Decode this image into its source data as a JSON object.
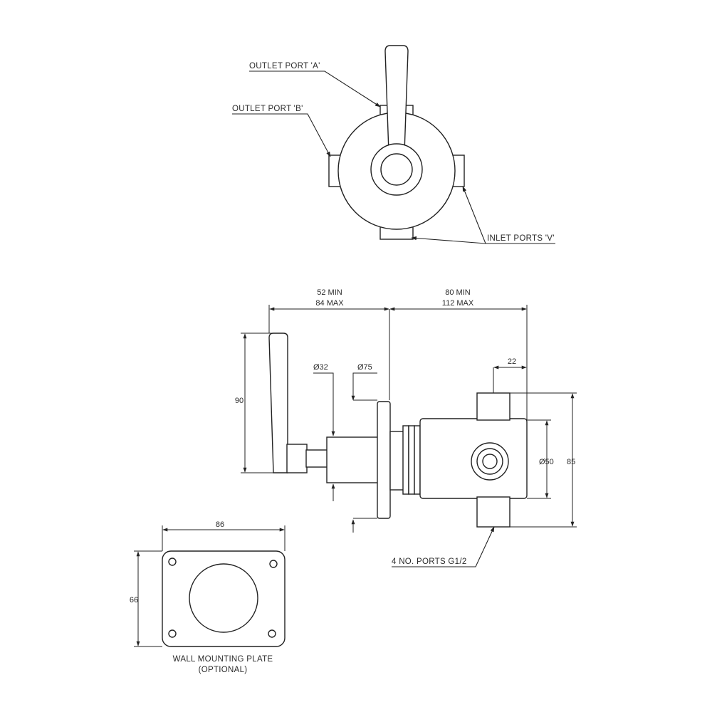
{
  "top_view": {
    "labels": {
      "outlet_port_a": "OUTLET PORT 'A'",
      "outlet_port_b": "OUTLET PORT 'B'",
      "inlet_ports_v": "INLET PORTS 'V'"
    }
  },
  "side_view": {
    "dimensions": {
      "handle_projection_min": "52 MIN",
      "handle_projection_max": "84 MAX",
      "body_depth_min": "80 MIN",
      "body_depth_max": "112 MAX",
      "port_offset": "22",
      "handle_height": "90",
      "spindle_diameter": "Ø32",
      "cover_diameter": "Ø75",
      "body_diameter": "Ø50",
      "body_height": "85"
    },
    "labels": {
      "ports_note": "4 NO. PORTS G1/2"
    }
  },
  "wall_plate": {
    "dimensions": {
      "width": "86",
      "height": "66"
    },
    "labels": {
      "title": "WALL MOUNTING PLATE",
      "subtitle": "(OPTIONAL)"
    }
  },
  "colors": {
    "line": "#222222",
    "text": "#2a2a2a",
    "background": "#ffffff"
  }
}
